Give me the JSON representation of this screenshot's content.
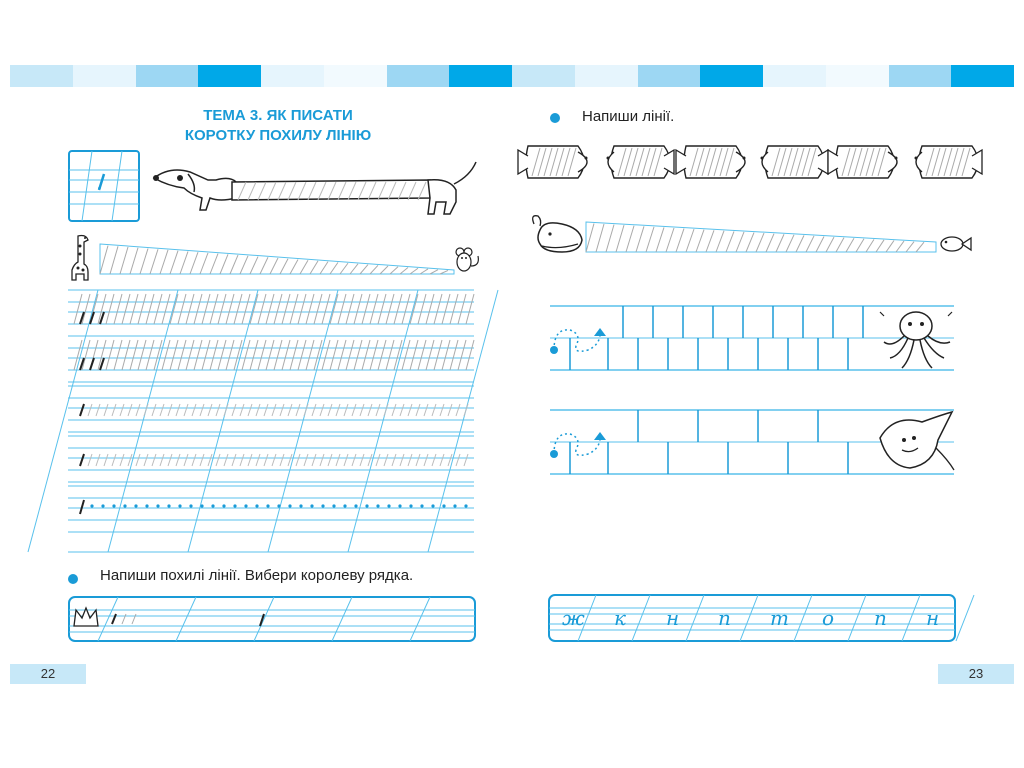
{
  "colors": {
    "accent": "#1a9bd7",
    "line": "#59c1ec",
    "light": "#c7e8f8",
    "dark": "#00a8e8"
  },
  "header_band": [
    "#c7e8f8",
    "#e6f5fd",
    "#9dd7f3",
    "#00a8e8",
    "#e6f5fd",
    "#f2fafe",
    "#9dd7f3",
    "#00a8e8",
    "#c7e8f8",
    "#e6f5fd",
    "#9dd7f3",
    "#00a8e8",
    "#e6f5fd",
    "#f2fafe",
    "#9dd7f3",
    "#00a8e8"
  ],
  "left_page": {
    "title_line1": "ТЕМА 3. ЯК ПИСАТИ",
    "title_line2": "КОРОТКУ ПОХИЛУ ЛІНІЮ",
    "instruction": "Напиши похилі лінії. Вибери королеву рядка.",
    "page_number": "22"
  },
  "right_page": {
    "instruction": "Напиши лінії.",
    "page_number": "23",
    "cursive_letters": [
      "ж",
      "к",
      "н",
      "п",
      "т",
      "о",
      "п",
      "н"
    ]
  },
  "icons": {
    "dog": "dachshund-icon",
    "giraffe": "giraffe-icon",
    "mouse": "mouse-icon",
    "fish": "fish-icon",
    "whale": "whale-icon",
    "small_fish": "small-fish-icon",
    "octopus": "octopus-icon",
    "stingray": "stingray-icon",
    "crown": "crown-icon"
  }
}
